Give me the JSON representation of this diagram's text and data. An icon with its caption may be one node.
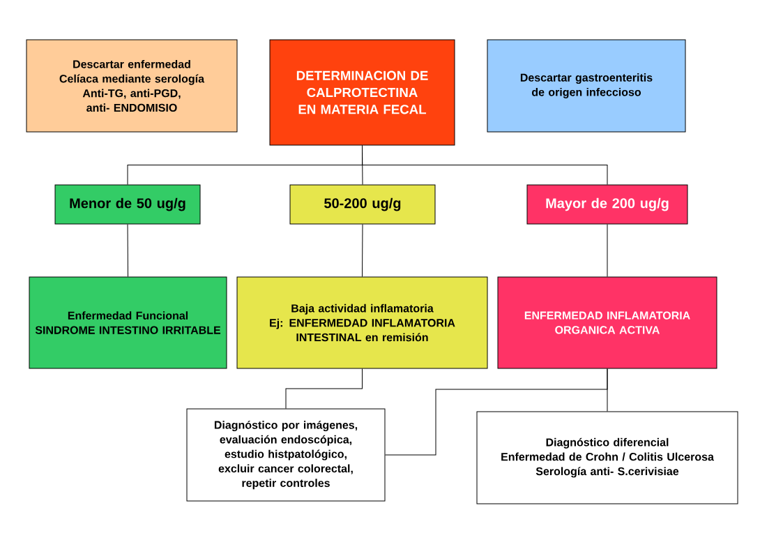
{
  "diagram": {
    "nodes": [
      {
        "text": [
          "Descartar enfermedad Celíaca mediante serología",
          "Anti-TG, anti-PGD, anti- ENDOMISIO"
        ]
      },
      {
        "text": [
          "DETERMINACION DE CALPROTECTINA EN MATERIA FECAL"
        ]
      },
      {
        "text": [
          "Descartar gastroenteritis de origen infeccioso"
        ]
      },
      {
        "text": [
          "Menor de 50 ug/g"
        ]
      },
      {
        "text": [
          "50-200 ug/g"
        ]
      },
      {
        "text": [
          "Mayor de 200 ug/g"
        ]
      },
      {
        "text": [
          "Enfermedad Funcional",
          "SINDROME INTESTINO IRRITABLE"
        ]
      },
      {
        "text": [
          "Baja actividad inflamatoria",
          "Ej: ENFERMEDAD INFLAMATORIA INTESTINAL en remisión"
        ]
      },
      {
        "text": [
          "ENFERMEDAD INFLAMATORIA ORGANICA ACTIVA"
        ]
      },
      {
        "text": [
          "Diagnóstico por imágenes, evaluación endoscópica, estudio histpatológico, excluir cancer colorectal, repetir controles"
        ]
      },
      {
        "text": [
          "Diagnóstico diferencial",
          "Enfermedad de Crohn / Colitis Ulcerosa",
          "Serología anti- S.cerivisiae"
        ]
      }
    ],
    "edges": [
      {
        "from": 1,
        "to": 3,
        "arrow": "none"
      },
      {
        "from": 1,
        "to": 4,
        "arrow": "none"
      },
      {
        "from": 1,
        "to": 5,
        "arrow": "none"
      },
      {
        "from": 3,
        "to": 6,
        "arrow": "none"
      },
      {
        "from": 4,
        "to": 7,
        "arrow": "none"
      },
      {
        "from": 5,
        "to": 8,
        "arrow": "none"
      },
      {
        "from": 7,
        "to": 9,
        "arrow": "none"
      },
      {
        "from": 8,
        "to": 9,
        "arrow": "none"
      },
      {
        "from": 8,
        "to": 10,
        "arrow": "none"
      }
    ]
  }
}
